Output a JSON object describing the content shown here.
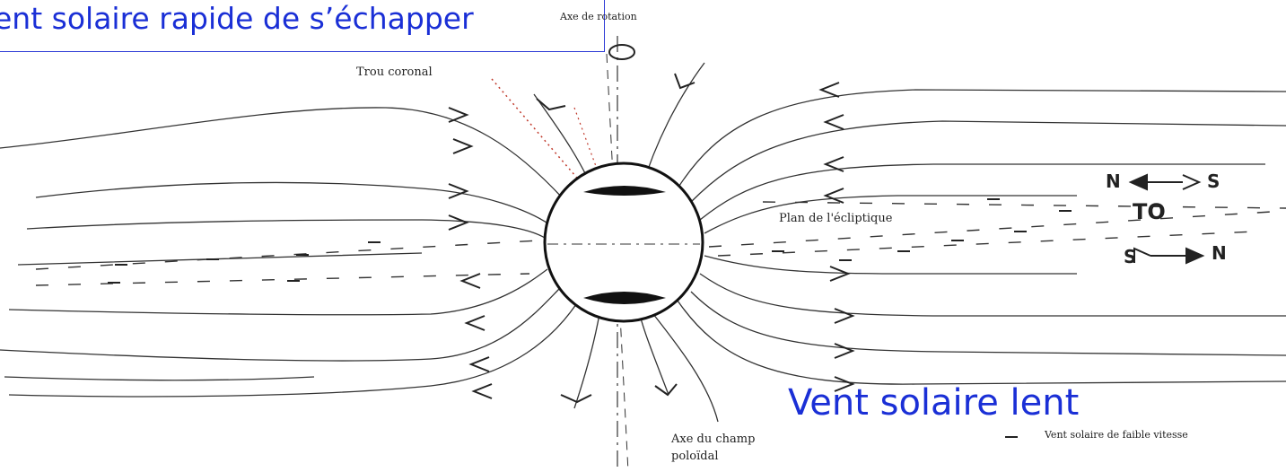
{
  "title": "ent solaire rapide de s’échapper",
  "labels": {
    "rotation_axis": "Axe de rotation",
    "coronal_hole": "Trou coronal",
    "ecliptic_plane": "Plan de l'écliptique",
    "poloidal_axis_line1": "Axe du champ",
    "poloidal_axis_line2": "poloïdal",
    "slow_wind_legend": "Vent solaire de faible vitesse",
    "slow_wind": "Vent solaire lent"
  },
  "symbols": {
    "top_right_n": "N",
    "top_right_s": "S",
    "middle_to": "TO",
    "bottom_right_s": "S",
    "bottom_right_n": "N"
  },
  "colors": {
    "title_blue": "#1a2fd6",
    "box_border": "#2d3bd6",
    "ink": "#222222",
    "coronal_dotted": "#c0392b"
  },
  "icons": [
    "sun-globe-icon",
    "rotation-arrow-icon",
    "polar-cap-icon",
    "field-line-arrow-icon",
    "compass-arrow-icon"
  ]
}
